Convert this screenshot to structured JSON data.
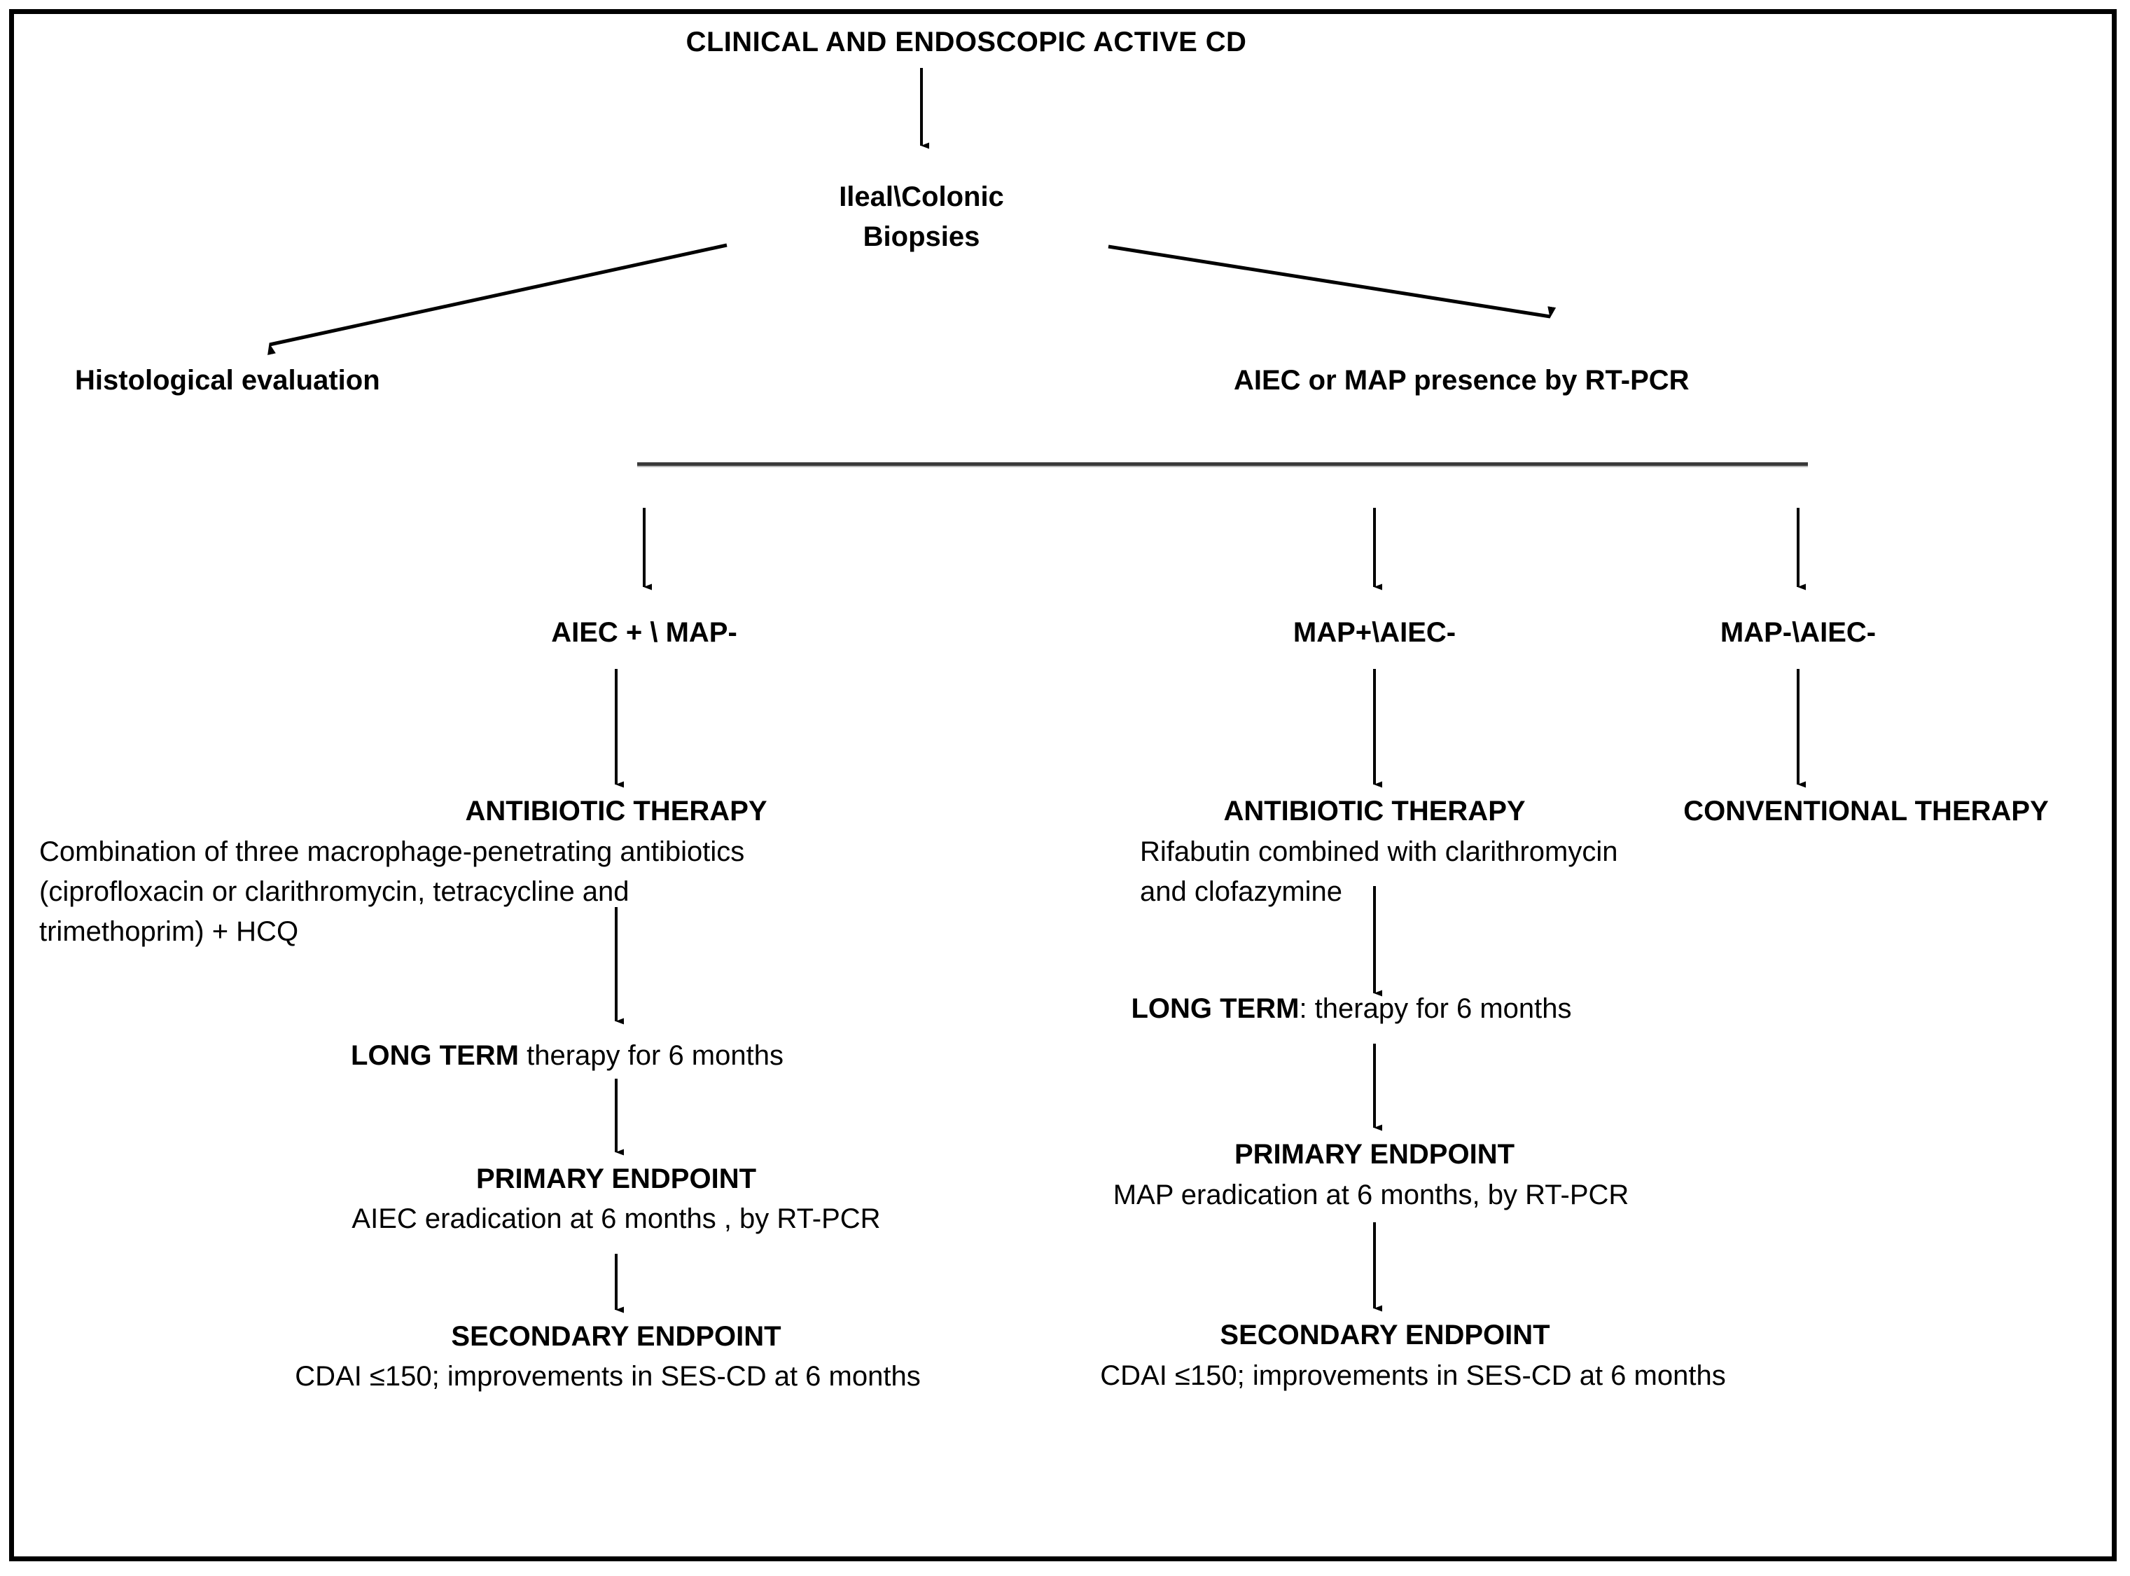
{
  "diagram": {
    "title": "CLINICAL AND ENDOSCOPIC ACTIVE  CD",
    "root_step": {
      "line1": "Ileal\\Colonic",
      "line2": "Biopsies"
    },
    "branch_left": "Histological evaluation",
    "branch_right": "AIEC or MAP presence by RT-PCR",
    "arms": [
      {
        "id": "aiec-pos",
        "group_label": "AIEC + \\ MAP-",
        "therapy_heading": "ANTIBIOTIC THERAPY",
        "therapy_body_lines": [
          "Combination of three macrophage-penetrating antibiotics",
          "(ciprofloxacin or clarithromycin, tetracycline and",
          "trimethoprim)  + HCQ"
        ],
        "duration_bold": "LONG TERM",
        "duration_rest": " therapy for 6 months",
        "primary_heading": "PRIMARY ENDPOINT",
        "primary_body": "AIEC eradication at 6 months , by RT-PCR",
        "secondary_heading": "SECONDARY ENDPOINT",
        "secondary_body": "CDAI ≤150; improvements in SES-CD at 6 months"
      },
      {
        "id": "map-pos",
        "group_label": "MAP+\\AIEC-",
        "therapy_heading": "ANTIBIOTIC THERAPY",
        "therapy_body_lines": [
          "Rifabutin combined  with clarithromycin",
          "and clofazymine"
        ],
        "duration_bold": "LONG TERM",
        "duration_rest": ": therapy for 6 months",
        "primary_heading": "PRIMARY ENDPOINT",
        "primary_body": "MAP  eradication at 6 months, by RT-PCR",
        "secondary_heading": "SECONDARY ENDPOINT",
        "secondary_body": "CDAI ≤150; improvements in SES-CD at 6 months"
      },
      {
        "id": "both-neg",
        "group_label": "MAP-\\AIEC-",
        "therapy_heading": "CONVENTIONAL THERAPY"
      }
    ]
  }
}
